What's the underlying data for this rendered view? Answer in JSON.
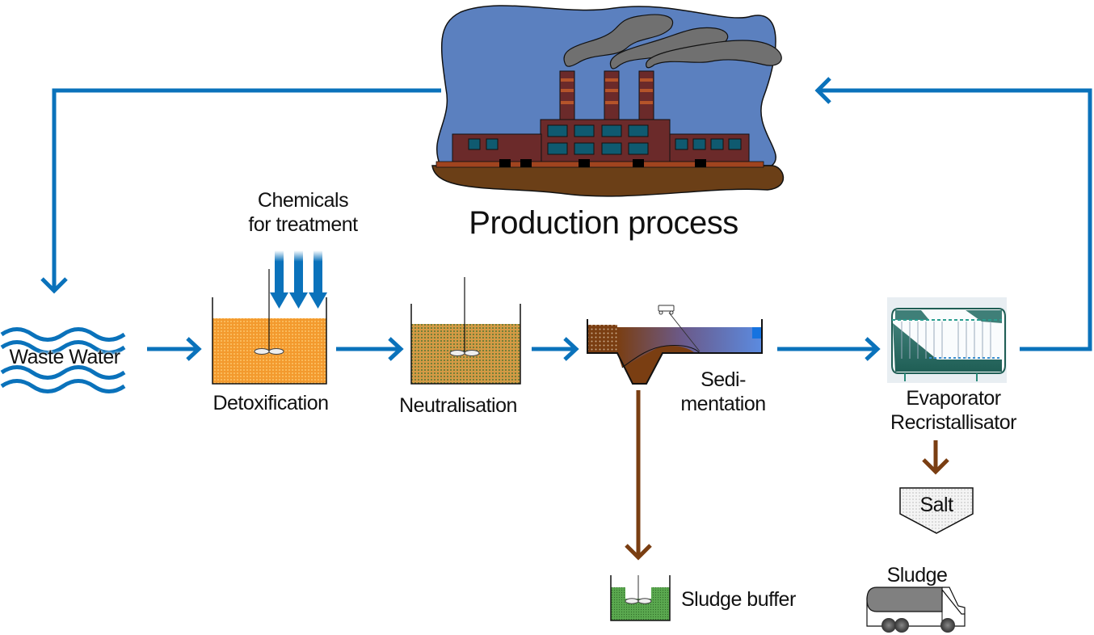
{
  "title": "Production process",
  "colors": {
    "flow_blue": "#0a72bb",
    "sludge_brown": "#7a3e12",
    "sky_blue": "#5b80bf",
    "ground_brown": "#6b3f17",
    "building": "#6b2a2a",
    "window": "#0f5a70",
    "smoke": "#707070",
    "orange_liquid": "#f39a2e",
    "neutral_liquid": "#d49a45",
    "sludge_green": "#5aa84f"
  },
  "nodes": {
    "production": {
      "label": "Production process",
      "icon": "factory-icon"
    },
    "waste_water": {
      "label": "Waste Water",
      "icon": "waves-icon"
    },
    "chemicals": {
      "label_line1": "Chemicals",
      "label_line2": "for treatment",
      "icon": "down-arrows-icon"
    },
    "detox": {
      "label": "Detoxification",
      "icon": "mixing-tank-icon"
    },
    "neutral": {
      "label": "Neutralisation",
      "icon": "mixing-tank-icon"
    },
    "sediment": {
      "label_line1": "Sedi-",
      "label_line2": "mentation",
      "icon": "sedimentation-tank-icon"
    },
    "evaporator": {
      "label_line1": "Evaporator",
      "label_line2": "Recristallisator",
      "icon": "evaporator-icon"
    },
    "salt": {
      "label": "Salt",
      "icon": "salt-hopper-icon"
    },
    "sludge_buffer": {
      "label": "Sludge buffer",
      "icon": "buffer-tank-icon"
    },
    "sludge_truck": {
      "label": "Sludge",
      "icon": "tanker-truck-icon"
    }
  },
  "flows": [
    {
      "from": "production",
      "to": "waste_water",
      "color": "flow_blue"
    },
    {
      "from": "waste_water",
      "to": "detox",
      "color": "flow_blue"
    },
    {
      "from": "chemicals",
      "to": "detox",
      "color": "flow_blue"
    },
    {
      "from": "detox",
      "to": "neutral",
      "color": "flow_blue"
    },
    {
      "from": "neutral",
      "to": "sediment",
      "color": "flow_blue"
    },
    {
      "from": "sediment",
      "to": "evaporator",
      "color": "flow_blue"
    },
    {
      "from": "evaporator",
      "to": "production",
      "color": "flow_blue"
    },
    {
      "from": "sediment",
      "to": "sludge_buffer",
      "color": "sludge_brown"
    },
    {
      "from": "evaporator",
      "to": "salt",
      "color": "sludge_brown"
    }
  ]
}
